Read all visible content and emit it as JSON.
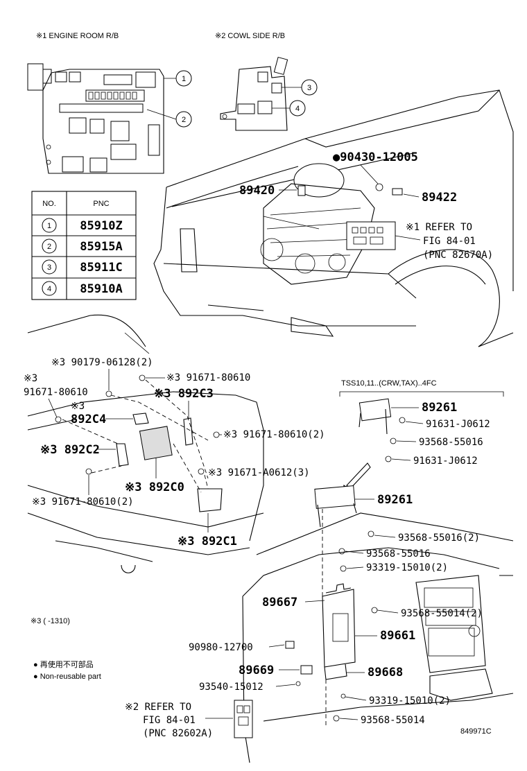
{
  "headers": {
    "rb1": "※1  ENGINE ROOM R/B",
    "rb2": "※2  COWL SIDE R/B"
  },
  "pnc_table": {
    "col_no": "NO.",
    "col_pnc": "PNC",
    "rows": [
      {
        "no": "1",
        "pnc": "85910Z"
      },
      {
        "no": "2",
        "pnc": "85915A"
      },
      {
        "no": "3",
        "pnc": "85911C"
      },
      {
        "no": "4",
        "pnc": "85910A"
      }
    ]
  },
  "callouts": {
    "c1": "1",
    "c2": "2",
    "c3": "3",
    "c4": "4"
  },
  "labels": {
    "p90430": "●90430-12005",
    "p89420": "89420",
    "p89422": "89422",
    "refer1_a": "※1  REFER TO",
    "refer1_b": "FIG 84-01",
    "refer1_c": "(PNC 82670A)",
    "p90179": "※3 90179-06128(2)",
    "p91671_top_a": "※3",
    "p91671_top_b": "91671-80610",
    "p91671_right1": "※3 91671-80610",
    "p892C3": "※3 892C3",
    "p892C4_a": "※3",
    "p892C4_b": "892C4",
    "p91671_mid": "※3 91671-80610(2)",
    "p892C2": "※3 892C2",
    "p91671_A": "※3 91671-A0612(3)",
    "p892C0": "※3 892C0",
    "p91671_bot": "※3 91671-80610(2)",
    "p892C1": "※3 892C1",
    "tss": "TSS10,11..(CRW,TAX)..4FC",
    "p89261_a": "89261",
    "p91631_a": "91631-J0612",
    "p93568_a": "93568-55016",
    "p91631_b": "91631-J0612",
    "p89261_b": "89261",
    "p93568_b": "93568-55016(2)",
    "p93568_c": "93568-55016",
    "p93319_a": "93319-15010(2)",
    "p89667": "89667",
    "p93568_d": "93568-55014(2)",
    "note3": "※3 (       -1310)",
    "p89661": "89661",
    "p90980": "90980-12700",
    "legend_jp": "● 再使用不可部品",
    "legend_en": "● Non-reusable part",
    "p89669": "89669",
    "p89668": "89668",
    "p93540": "93540-15012",
    "p93319_b": "93319-15010(2)",
    "refer2_a": "※2  REFER TO",
    "refer2_b": "FIG 84-01",
    "refer2_c": "(PNC 82602A)",
    "p93568_e": "93568-55014",
    "figcode": "849971C"
  }
}
